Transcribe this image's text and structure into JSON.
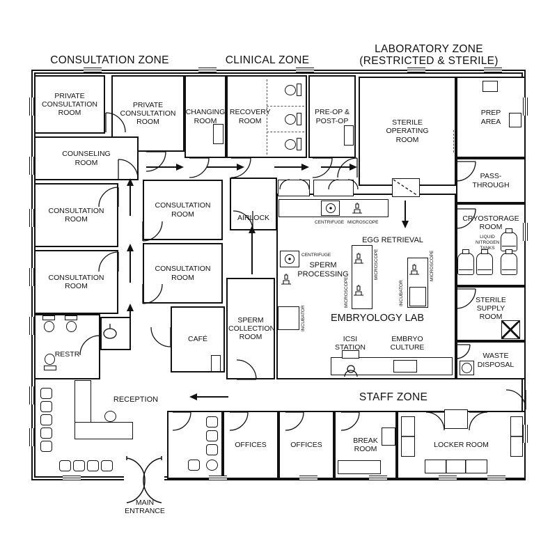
{
  "zones": {
    "consultation": "CONSULTATION ZONE",
    "clinical": "CLINICAL ZONE",
    "laboratory": "LABORATORY ZONE",
    "laboratory_sub": "(RESTRICTED & STERILE)",
    "staff": "STAFF ZONE"
  },
  "rooms": {
    "private_consultation_1": "PRIVATE CONSULTATION ROOM",
    "private_consultation_2": "PRIVATE CONSULTATION ROOM",
    "changing_room": "CHANGING ROOM",
    "recovery_room": "RECOVERY ROOM",
    "pre_post_op": "PRE-OP & POST-OP",
    "sterile_operating_room": "STERILE OPERATING ROOM",
    "prep_area": "PREP AREA",
    "pass_through": "PASS-THROUGH",
    "counseling_room": "COUNSELING ROOM",
    "consultation_room_1": "CONSULTATION ROOM",
    "consultation_room_2": "CONSULTATION ROOM",
    "consultation_room_3": "CONSULTATION ROOM",
    "consultation_room_4": "CONSULTATION ROOM",
    "restroom": "RESTR",
    "cafe": "CAFÉ",
    "airlock": "AIRLOCK",
    "sperm_collection_room": "SPERM COLLECTION ROOM",
    "cryostorage_room": "CRYOSTORAGE ROOM",
    "sterile_supply_room": "STERILE SUPPLY ROOM",
    "waste_disposal": "WASTE DISPOSAL",
    "reception": "RECEPTION",
    "offices_1": "OFFICES",
    "offices_2": "OFFICES",
    "break_room": "BREAK ROOM",
    "locker_room": "LOCKER ROOM"
  },
  "lab_areas": {
    "egg_retrieval": "EGG RETRIEVAL",
    "sperm_processing": "SPERM PROCESSING",
    "embryology_lab": "EMBRYOLOGY LAB",
    "icsi_station": "ICSI STATION",
    "embryo_culture": "EMBRYO CULTURE"
  },
  "equipment": {
    "centrifuge": "CENTRIFUGE",
    "microscope": "MICROSCOPE",
    "incubator": "INCUBATOR",
    "liquid_nitrogen_tanks": "LIQUID NITROGEN TANKS"
  },
  "entrance": {
    "main": "MAIN ENTRANCE"
  },
  "colors": {
    "line": "#111111",
    "background": "#ffffff"
  }
}
